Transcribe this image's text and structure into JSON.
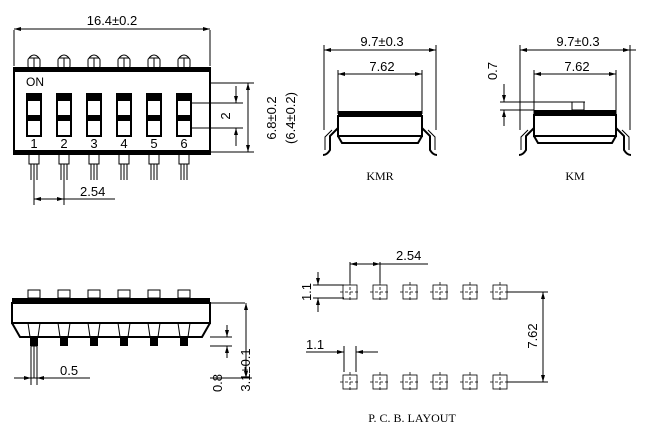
{
  "top_view": {
    "width_dim": "16.4±0.2",
    "on_label": "ON",
    "switch_numbers": [
      "1",
      "2",
      "3",
      "4",
      "5",
      "6"
    ],
    "height_dim": "6.8±0.2",
    "height_alt_dim": "(6.4±0.2)",
    "actuator_dim": "2",
    "pitch_dim": "2.54"
  },
  "side_kmr": {
    "outer_dim": "9.7±0.3",
    "inner_dim": "7.62",
    "label": "KMR"
  },
  "side_km": {
    "outer_dim": "9.7±0.3",
    "inner_dim": "7.62",
    "actuator_dim": "0.7",
    "label": "KM"
  },
  "front_view": {
    "lead_width_dim": "0.5",
    "lead_thickness_dim": "0.8",
    "lead_length_dim": "3.1±0.1"
  },
  "pcb_layout": {
    "pitch_dim": "2.54",
    "pad_dim_vertical": "1.1",
    "pad_dim_horizontal": "1.1",
    "row_spacing_dim": "7.62",
    "title": "P. C. B. LAYOUT"
  }
}
